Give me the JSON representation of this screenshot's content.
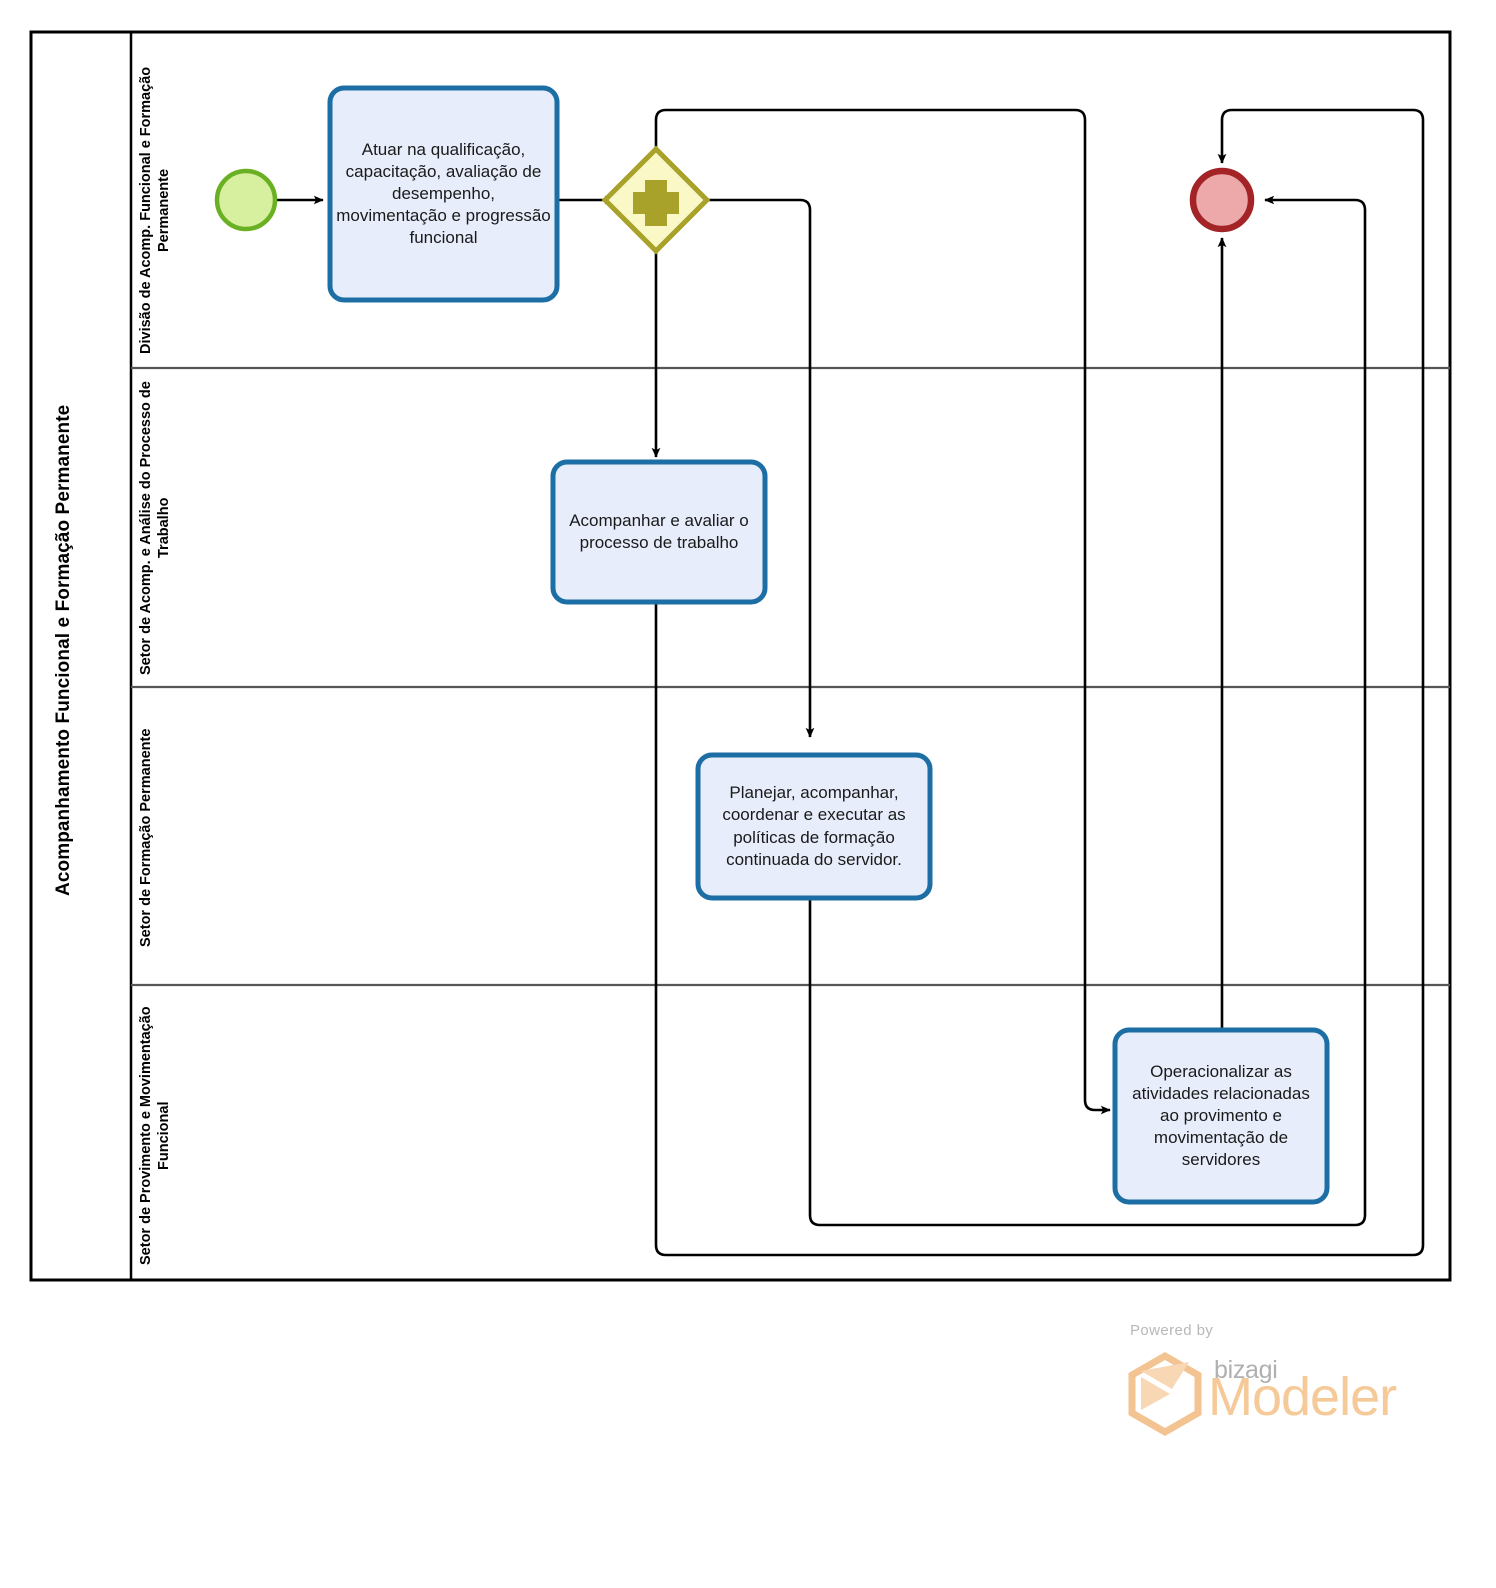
{
  "diagram": {
    "type": "bpmn-process",
    "pool": {
      "label": "Acompanhamento Funcional e Formação Permanente"
    },
    "lanes": [
      {
        "id": "lane1",
        "label": "Divisão de Acomp. Funcional e Formação Permanente"
      },
      {
        "id": "lane2",
        "label": "Setor de Acomp. e Análise do Processo de Trabalho"
      },
      {
        "id": "lane3",
        "label": "Setor de Formação Permanente"
      },
      {
        "id": "lane4",
        "label": "Setor de Provimento e Movimentação Funcional"
      }
    ],
    "events": [
      {
        "id": "start",
        "kind": "start-event",
        "lane": "lane1",
        "fill": "#d6f0a0",
        "stroke": "#6ab023"
      },
      {
        "id": "end",
        "kind": "end-event",
        "lane": "lane1",
        "fill": "#eda9a9",
        "stroke": "#a42326"
      }
    ],
    "gateways": [
      {
        "id": "gw1",
        "kind": "parallel-gateway",
        "symbol": "+",
        "lane": "lane1",
        "fill": "#fbf8c8",
        "stroke": "#a8a22b"
      }
    ],
    "tasks": [
      {
        "id": "task1",
        "lane": "lane1",
        "label": "Atuar na qualificação, capacitação, avaliação de desempenho, movimentação e progressão funcional",
        "fill": "#e8edfb",
        "stroke": "#1c6ea4"
      },
      {
        "id": "task2",
        "lane": "lane2",
        "label": "Acompanhar e avaliar o processo de trabalho",
        "fill": "#e8edfb",
        "stroke": "#1c6ea4"
      },
      {
        "id": "task3",
        "lane": "lane3",
        "label": "Planejar, acompanhar, coordenar e executar as políticas de formação continuada do servidor.",
        "fill": "#e8edfb",
        "stroke": "#1c6ea4"
      },
      {
        "id": "task4",
        "lane": "lane4",
        "label": "Operacionalizar as atividades relacionadas ao provimento e movimentação de servidores",
        "fill": "#e8edfb",
        "stroke": "#1c6ea4"
      }
    ],
    "flows": [
      {
        "from": "start",
        "to": "task1"
      },
      {
        "from": "task1",
        "to": "gw1"
      },
      {
        "from": "gw1",
        "to": "task2"
      },
      {
        "from": "gw1",
        "to": "task3"
      },
      {
        "from": "gw1",
        "to": "task4"
      },
      {
        "from": "task2",
        "to": "end"
      },
      {
        "from": "task3",
        "to": "end"
      },
      {
        "from": "task4",
        "to": "end"
      }
    ]
  },
  "footer": {
    "powered_by": "Powered by",
    "brand": "bizagi",
    "product": "Modeler"
  }
}
